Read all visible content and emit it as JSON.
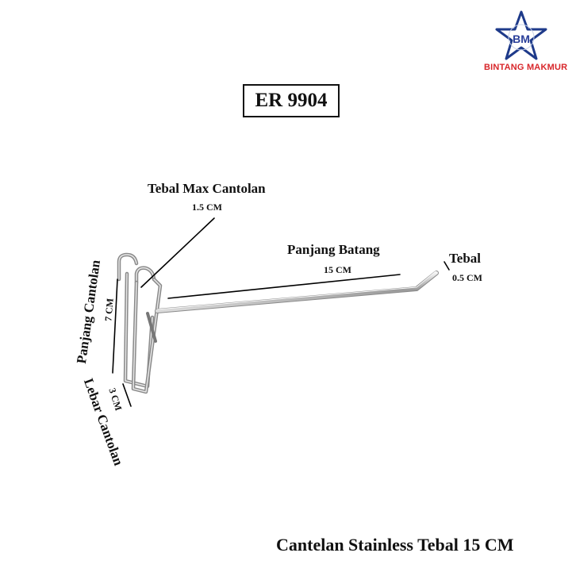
{
  "brand": {
    "name": "BINTANG MAKMUR",
    "monogram": "BM",
    "star_color": "#1e3a8a",
    "text_color": "#d8262a"
  },
  "product_code": "ER 9904",
  "labels": {
    "tebal_max": {
      "title": "Tebal Max Cantolan",
      "value": "1.5 CM"
    },
    "panjang_batang": {
      "title": "Panjang Batang",
      "value": "15 CM"
    },
    "tebal": {
      "title": "Tebal",
      "value": "0.5 CM"
    },
    "panjang_cantolan": {
      "title": "Panjang Cantolan",
      "value": "7 CM"
    },
    "lebar_cantolan": {
      "title": "Lebar Cantolan",
      "value": "3 CM"
    }
  },
  "footer": "Cantelan Stainless Tebal 15 CM"
}
